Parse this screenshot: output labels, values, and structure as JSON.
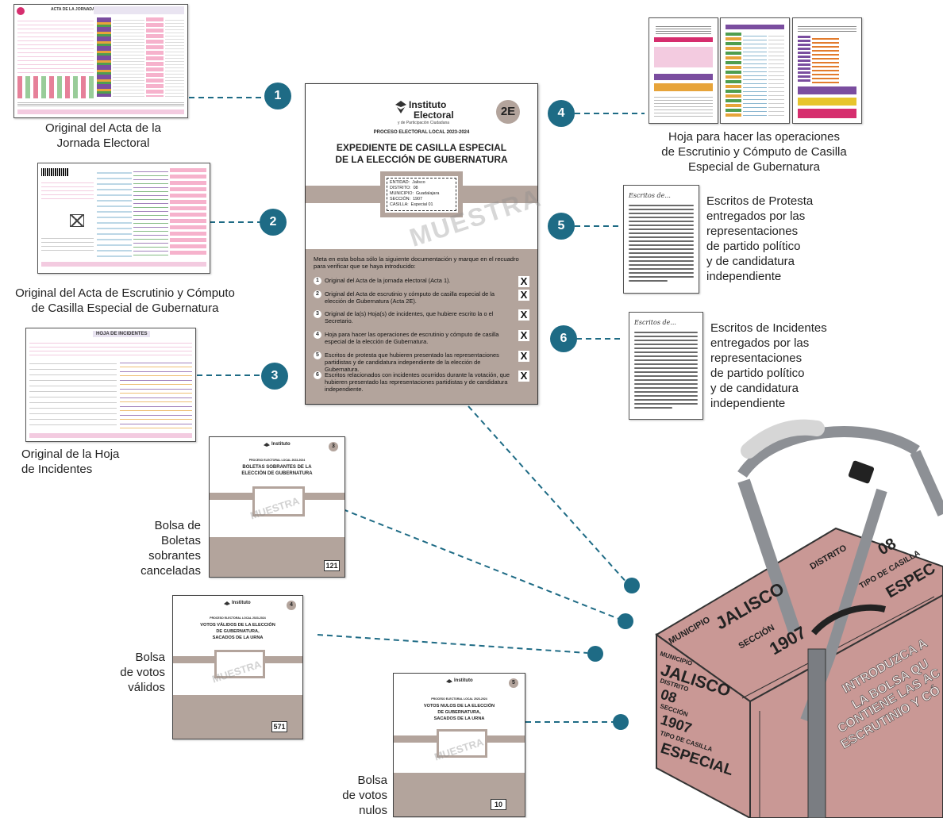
{
  "docs": {
    "acta_jornada_caption": [
      "Original del Acta de la",
      "Jornada Electoral"
    ],
    "acta_escrutinio_caption": [
      "Original del Acta de Escrutinio y Cómputo",
      "de Casilla Especial de Gubernatura"
    ],
    "hoja_incidentes_caption": [
      "Original de la Hoja",
      "de Incidentes"
    ],
    "hoja_operaciones_caption": [
      "Hoja para hacer las operaciones",
      "de Escrutinio y Cómputo de Casilla",
      "Especial de Gubernatura"
    ],
    "escritos_protesta_caption": [
      "Escritos de Protesta",
      "entregados por las",
      "representaciones",
      "de partido político",
      "y de candidatura",
      "independiente"
    ],
    "escritos_incidentes_caption": [
      "Escritos de Incidentes",
      "entregados por las",
      "representaciones",
      "de partido político",
      "y de candidatura",
      "independiente"
    ],
    "escritos_protesta_heading": "Escritos de...",
    "escritos_incidentes_heading": "Escritos de...",
    "acta_jornada_title": "ACTA DE LA JORNADA ELECTORAL",
    "hoja_incidentes_title": "HOJA DE INCIDENTES"
  },
  "numbers": [
    "1",
    "2",
    "3",
    "4",
    "5",
    "6"
  ],
  "main_envelope": {
    "logo_line1": "Instituto",
    "logo_line2": "Electoral",
    "logo_line3": "y de Participación Ciudadana",
    "badge": "2E",
    "process": "PROCESO ELECTORAL LOCAL 2023-2024",
    "title_line1": "EXPEDIENTE DE CASILLA ESPECIAL",
    "title_line2": "DE LA ELECCIÓN DE GUBERNATURA",
    "fields": [
      {
        "label": "ENTIDAD:",
        "value": "Jalisco"
      },
      {
        "label": "DISTRITO:",
        "value": "08"
      },
      {
        "label": "MUNICIPIO:",
        "value": "Guadalajara"
      },
      {
        "label": "SECCIÓN:",
        "value": "1907"
      },
      {
        "label": "CASILLA:",
        "value": "Especial 01"
      }
    ],
    "watermark": "MUESTRA",
    "instructions": "Meta en esta bolsa sólo la siguiente documentación y marque en el recuadro para verificar que se haya introducido:",
    "items": [
      {
        "n": "1",
        "text": "Original del Acta de la jornada electoral (Acta 1).",
        "mark": "X"
      },
      {
        "n": "2",
        "text": "Original del Acta de escrutinio y cómputo de casilla especial de la elección de Gubernatura (Acta 2E).",
        "mark": "X"
      },
      {
        "n": "3",
        "text": "Original de la(s) Hoja(s) de incidentes, que hubiere escrito la o el Secretario.",
        "mark": "X"
      },
      {
        "n": "4",
        "text": "Hoja para hacer las operaciones de escrutinio y cómputo de casilla especial de la elección de Gubernatura.",
        "mark": "X"
      },
      {
        "n": "5",
        "text": "Escritos de protesta que hubieren presentado las representaciones partidistas y de candidatura independiente de la elección de Gubernatura.",
        "mark": "X"
      },
      {
        "n": "6",
        "text": "Escritos relacionados con incidentes ocurridos durante la votación, que hubieren presentado las representaciones partidistas y de candidatura independiente.",
        "mark": "X"
      }
    ]
  },
  "bags": [
    {
      "caption": [
        "Bolsa de",
        "Boletas",
        "sobrantes",
        "canceladas"
      ],
      "badge": "3",
      "process": "PROCESO ELECTORAL LOCAL 2023-2024",
      "title": [
        "BOLETAS SOBRANTES DE LA",
        "ELECCIÓN DE GUBERNATURA"
      ],
      "count": "121",
      "watermark": "MUESTRA"
    },
    {
      "caption": [
        "Bolsa",
        "de votos",
        "válidos"
      ],
      "badge": "4",
      "process": "PROCESO ELECTORAL LOCAL 2023-2024",
      "title": [
        "VOTOS VÁLIDOS DE LA ELECCIÓN",
        "DE GUBERNATURA,",
        "SACADOS DE LA URNA"
      ],
      "count": "571",
      "watermark": "MUESTRA"
    },
    {
      "caption": [
        "Bolsa",
        "de votos",
        "nulos"
      ],
      "badge": "5",
      "process": "PROCESO ELECTORAL LOCAL 2023-2024",
      "title": [
        "VOTOS NULOS DE LA ELECCIÓN",
        "DE GUBERNATURA,",
        "SACADOS DE LA URNA"
      ],
      "count": "10",
      "watermark": "MUESTRA"
    }
  ],
  "box": {
    "top_municipio": "MUNICIPIO",
    "top_jalisco": "JALISCO",
    "top_seccion": "SECCIÓN",
    "top_1907": "1907",
    "top_distrito": "DISTRITO",
    "top_08": "08",
    "top_tipo": "TIPO DE CASILLA",
    "top_espec": "ESPEC",
    "side_municipio": "MUNICIPIO",
    "side_jalisco": "JALISCO",
    "side_distrito": "DISTRITO",
    "side_08": "08",
    "side_seccion": "SECCIÓN",
    "side_1907": "1907",
    "side_tipo": "TIPO DE CASILLA",
    "side_especial": "ESPECIAL",
    "front_text": [
      "INTRODUZCA A",
      "LA BOLSA QU",
      "CONTIENE LAS AC",
      "ESCRUTINIO Y CÓ"
    ]
  },
  "colors": {
    "accent": "#1e6b85",
    "taupe": "#b3a49c",
    "box_pink": "#c99895",
    "strap": "#8d9095"
  }
}
